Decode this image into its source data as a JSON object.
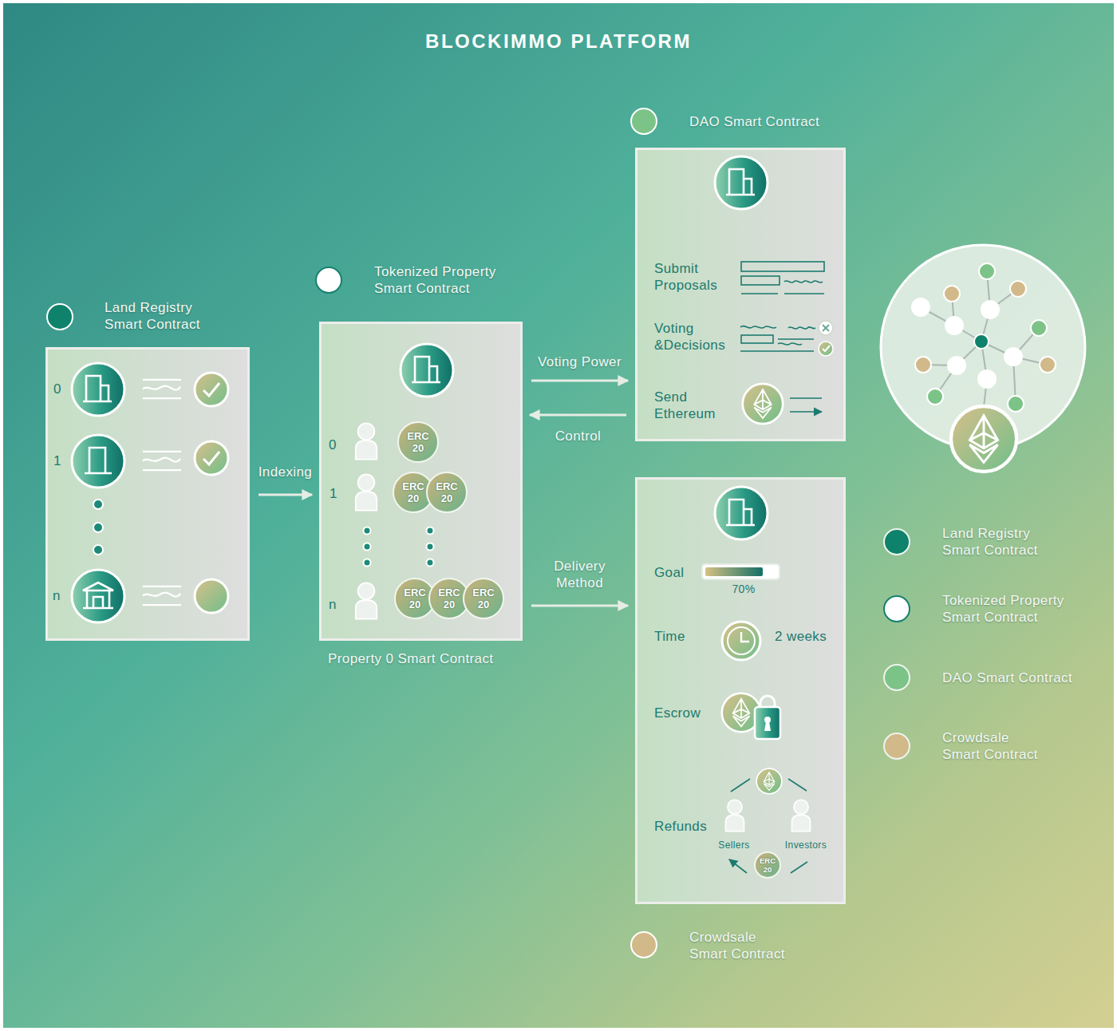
{
  "diagram": {
    "title": "BLOCKIMMO PLATFORM",
    "nodes": [
      {
        "text": [
          "Land Registry Smart Contract"
        ]
      },
      {
        "text": [
          "Tokenized Property Smart Contract",
          "Property 0 Smart Contract"
        ]
      },
      {
        "text": [
          "ERC 20"
        ],
        "in": 1
      },
      {
        "text": [
          "ERC 20"
        ],
        "in": 1
      },
      {
        "text": [
          "ERC 20"
        ],
        "in": 1
      },
      {
        "text": [
          "ERC 20"
        ],
        "in": 1
      },
      {
        "text": [
          "ERC 20"
        ],
        "in": 1
      },
      {
        "text": [
          "ERC 20"
        ],
        "in": 1
      },
      {
        "text": [
          "DAO Smart Contract"
        ]
      },
      {
        "text": [
          "Crowdsale Smart Contract"
        ]
      },
      {
        "text": [
          "ERC 20"
        ],
        "in": 9
      }
    ],
    "edges": [
      {
        "from": 0,
        "to": 1,
        "arrow": "to",
        "label": "Indexing"
      },
      {
        "from": 1,
        "to": 8,
        "arrow": "to",
        "label": "Voting Power"
      },
      {
        "from": 8,
        "to": 1,
        "arrow": "to",
        "label": "Control"
      },
      {
        "from": 1,
        "to": 9,
        "arrow": "to",
        "label": "Delivery Method"
      }
    ],
    "labels": [
      "0",
      "1",
      "n",
      "0",
      "1",
      "n",
      "Submit Proposals",
      "Voting &Decisions",
      "Send Ethereum",
      "Goal",
      "70%",
      "Time",
      "2 weeks",
      "Escrow",
      "Refunds",
      "Sellers",
      "Investors"
    ],
    "legend": [
      {
        "text": "Land Registry Smart Contract",
        "color": "#0e826a"
      },
      {
        "text": "Tokenized Property Smart Contract",
        "color": "#ffffff"
      },
      {
        "text": "DAO Smart Contract",
        "color": "#7cc387"
      },
      {
        "text": "Crowdsale Smart Contract",
        "color": "#d2b98a"
      }
    ]
  }
}
